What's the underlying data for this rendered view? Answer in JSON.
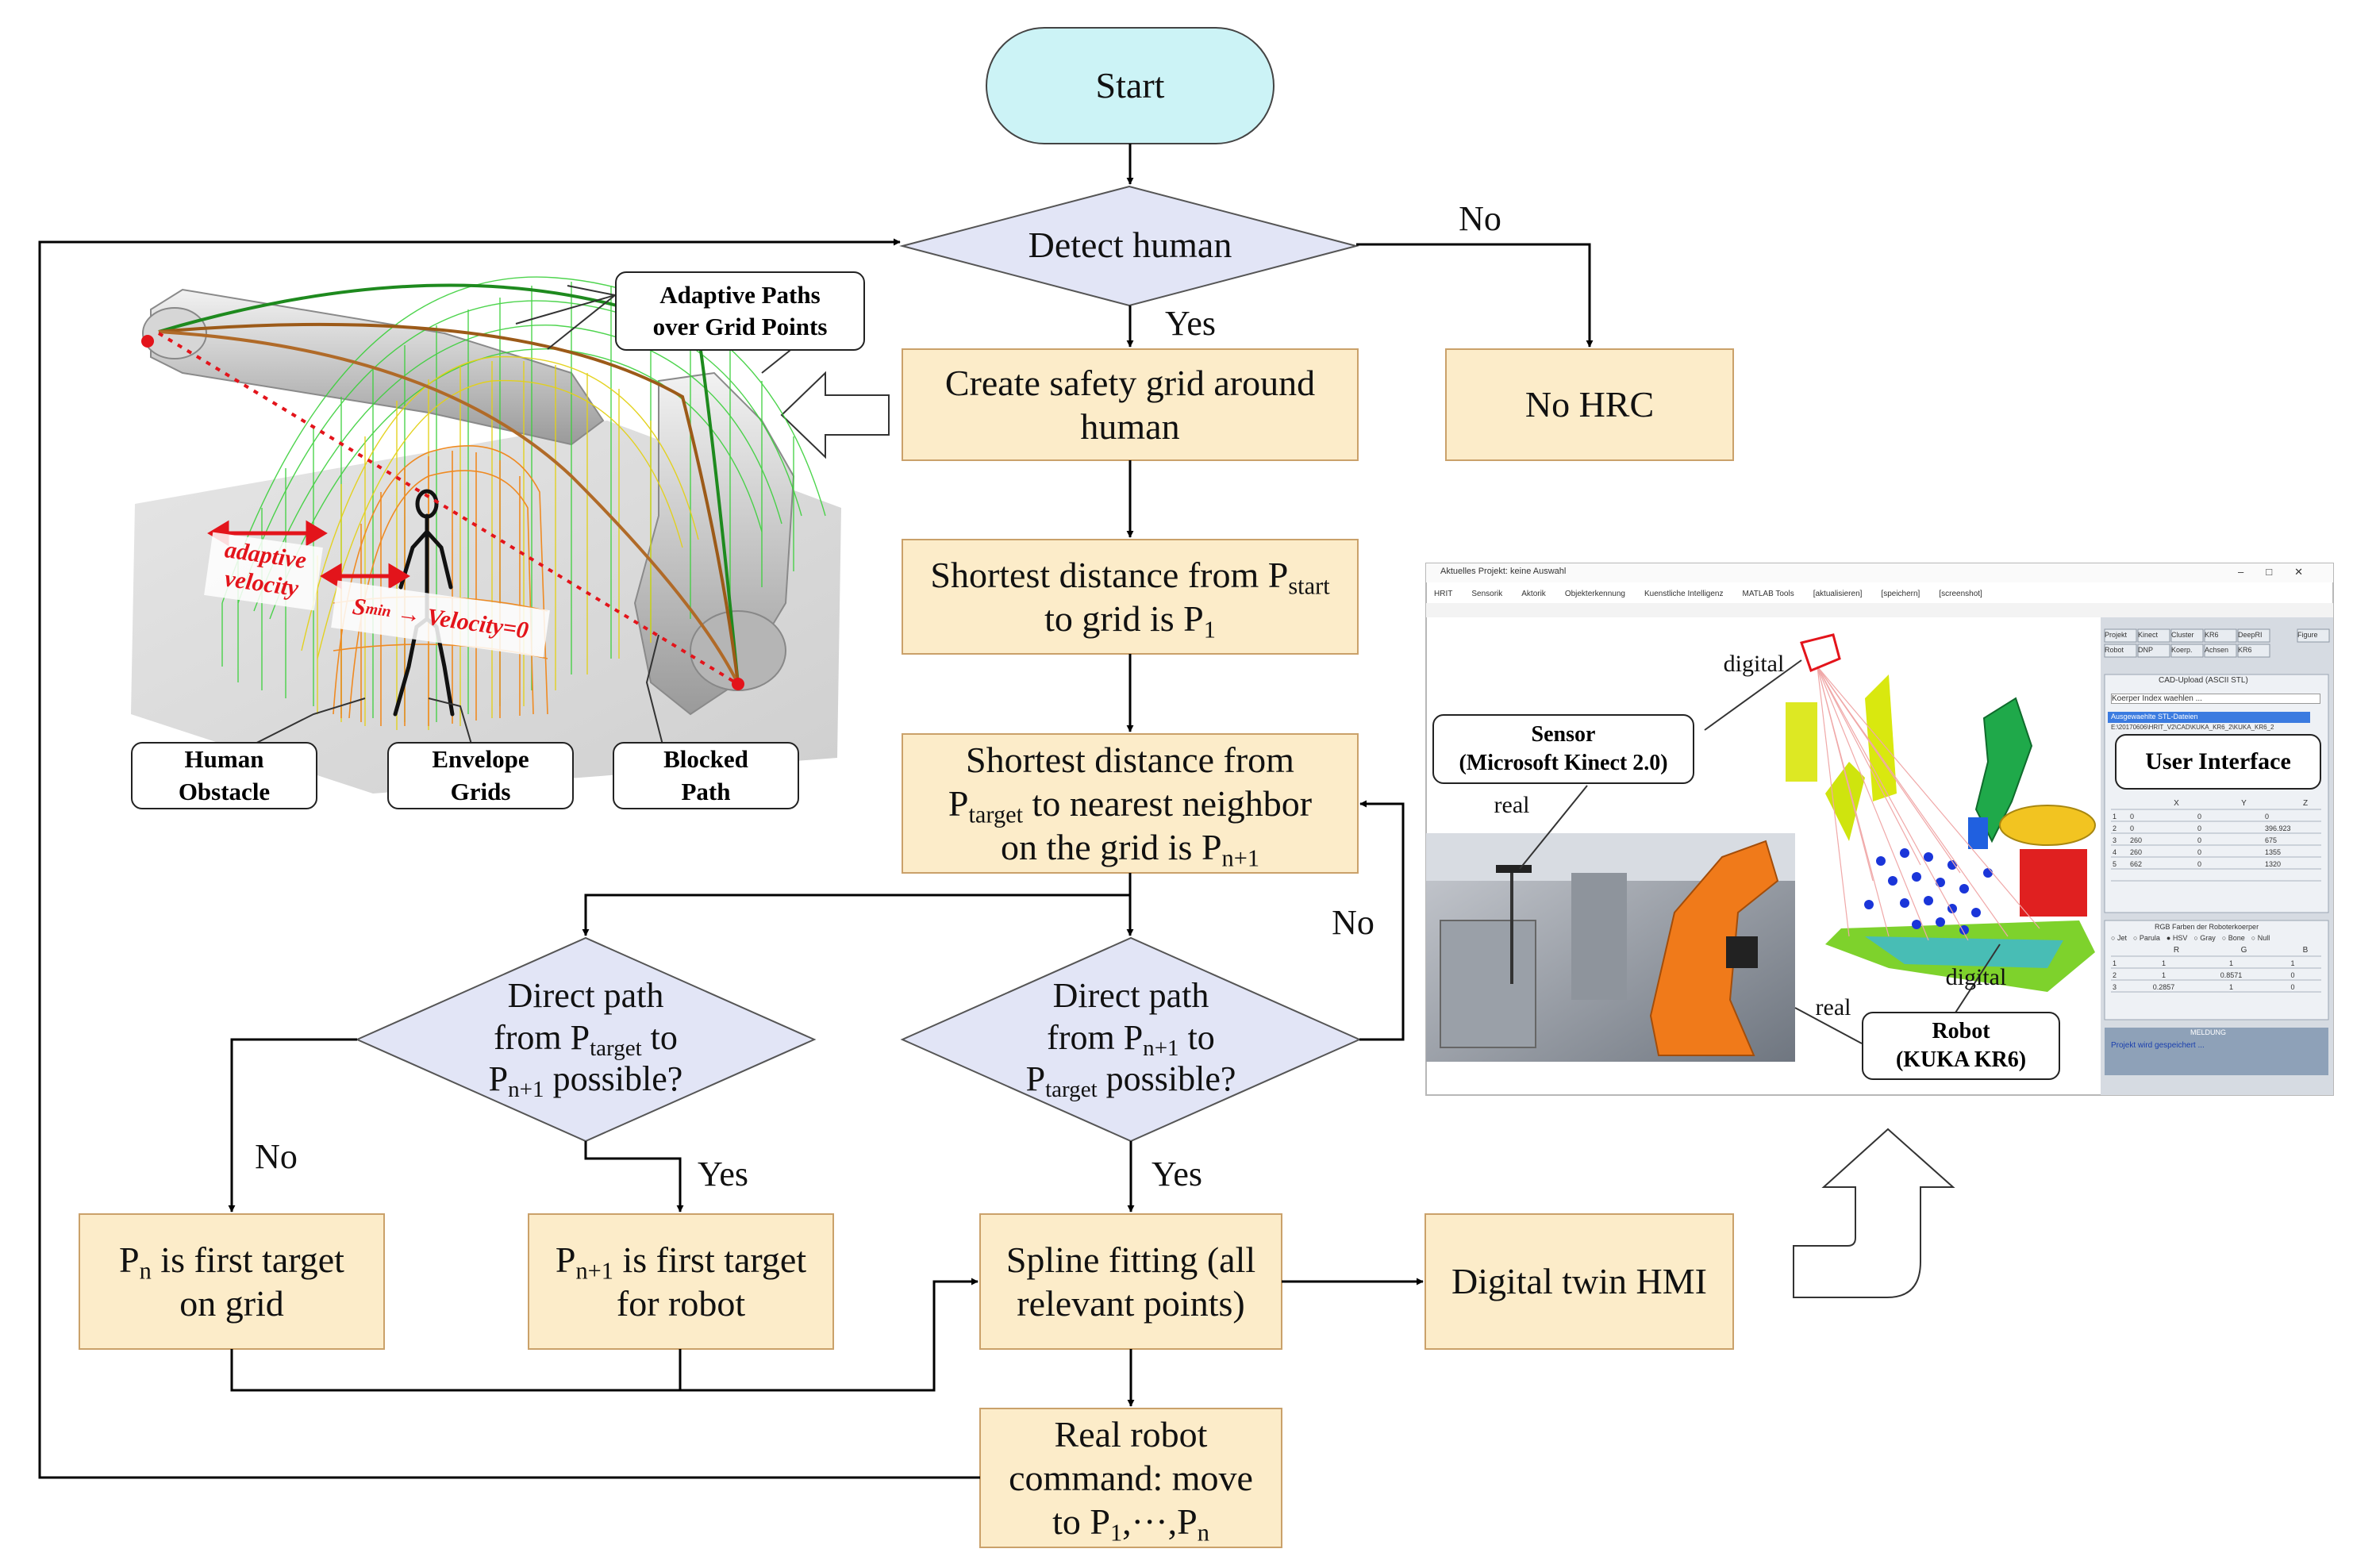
{
  "flow": {
    "start": "Start",
    "detect_human": "Detect human",
    "no_hrc": "No HRC",
    "create_grid": [
      "Create safety grid around",
      "human"
    ],
    "shortest1": {
      "l1a": "Shortest distance from P",
      "l1sub": "start",
      "l2a": "to grid is P",
      "l2sub": "1"
    },
    "shortest2": {
      "l1": "Shortest distance from",
      "l2a": "P",
      "l2sub": "target",
      "l2b": " to nearest neighbor",
      "l3a": "on the grid is P",
      "l3sub": "n+1"
    },
    "direct_left": {
      "l1": "Direct path",
      "l2a": "from P",
      "l2sub": "target",
      "l2b": " to",
      "l3a": "P",
      "l3sub": "n+1",
      "l3b": " possible?"
    },
    "direct_right": {
      "l1": "Direct path",
      "l2a": "from P",
      "l2sub": "n+1",
      "l2b": " to",
      "l3a": "P",
      "l3sub": "target",
      "l3b": " possible?"
    },
    "pn_first": {
      "l1a": "P",
      "l1sub": "n",
      "l1b": " is first target",
      "l2": "on grid"
    },
    "pn1_first": {
      "l1a": "P",
      "l1sub": "n+1",
      "l1b": " is first target",
      "l2": "for robot"
    },
    "spline": [
      "Spline fitting (all",
      "relevant points)"
    ],
    "digital_twin": "Digital twin HMI",
    "real_robot": {
      "l1": "Real robot",
      "l2": "command: move",
      "l3a": "to P",
      "l3sub": "1",
      "l3b": ",···,P",
      "l3sub2": "n"
    }
  },
  "edges": {
    "no_top": "No",
    "yes_top": "Yes",
    "no_right": "No",
    "no_left": "No",
    "yes_left": "Yes",
    "yes_right": "Yes"
  },
  "grid_figure": {
    "callout_paths": [
      "Adaptive Paths",
      "over Grid Points"
    ],
    "callout_human": [
      "Human",
      "Obstacle"
    ],
    "callout_envelope": [
      "Envelope",
      "Grids"
    ],
    "callout_blocked": [
      "Blocked",
      "Path"
    ],
    "adaptive": "adaptive",
    "velocity": "velocity",
    "smin_a": "S",
    "smin_sub": "min",
    "velocity_zero": "Velocity=0"
  },
  "twin_figure": {
    "window_title": "Aktuelles Projekt: keine Auswahl",
    "menu": [
      "HRIT",
      "Sensorik",
      "Aktorik",
      "Objekterkennung",
      "Kuenstliche Intelligenz",
      "MATLAB Tools",
      "[aktualisieren]",
      "[speichern]",
      "[screenshot]"
    ],
    "window_controls": [
      "–",
      "□",
      "✕"
    ],
    "tabs": [
      "Projekt",
      "Kinect",
      "Cluster",
      "KR6",
      "DeepRI",
      "Figure"
    ],
    "tabs2": [
      "Robot",
      "DNP",
      "Koerp.",
      "Achsen",
      "KR6"
    ],
    "digital_top": "digital",
    "digital_bottom": "digital",
    "real_top": "real",
    "real_bottom": "real",
    "sensor": [
      "Sensor",
      "(Microsoft Kinect 2.0)"
    ],
    "robot": [
      "Robot",
      "(KUKA KR6)"
    ],
    "user_interface": "User Interface",
    "panel_title": "CAD-Upload (ASCII STL)",
    "dropdown": "Koerper Index waehlen ...",
    "list_item1": "Ausgewaehlte STL-Dateien",
    "list_item2": "E:\\20170606\\HRIT_V2\\CAD\\KUKA_KR6_2\\KUKA_KR6_2",
    "table_headers": [
      "X",
      "Y",
      "Z"
    ],
    "table_rows": [
      [
        "1",
        "0",
        "0",
        "0"
      ],
      [
        "2",
        "0",
        "0",
        "396.923"
      ],
      [
        "3",
        "260",
        "0",
        "675"
      ],
      [
        "4",
        "260",
        "0",
        "1355"
      ],
      [
        "5",
        "662",
        "0",
        "1320"
      ]
    ],
    "rgb_title": "RGB Farben der Roboterkoerper",
    "rgb_options": [
      "Jet",
      "Parula",
      "HSV",
      "Gray",
      "Bone",
      "Null"
    ],
    "rgb_headers": [
      "R",
      "G",
      "B"
    ],
    "rgb_rows": [
      [
        "1",
        "1",
        "1",
        "1"
      ],
      [
        "2",
        "1",
        "0.8571",
        "0"
      ],
      [
        "3",
        "0.2857",
        "1",
        "0"
      ]
    ],
    "message_title": "MELDUNG",
    "message": "Projekt wird gespeichert ..."
  }
}
